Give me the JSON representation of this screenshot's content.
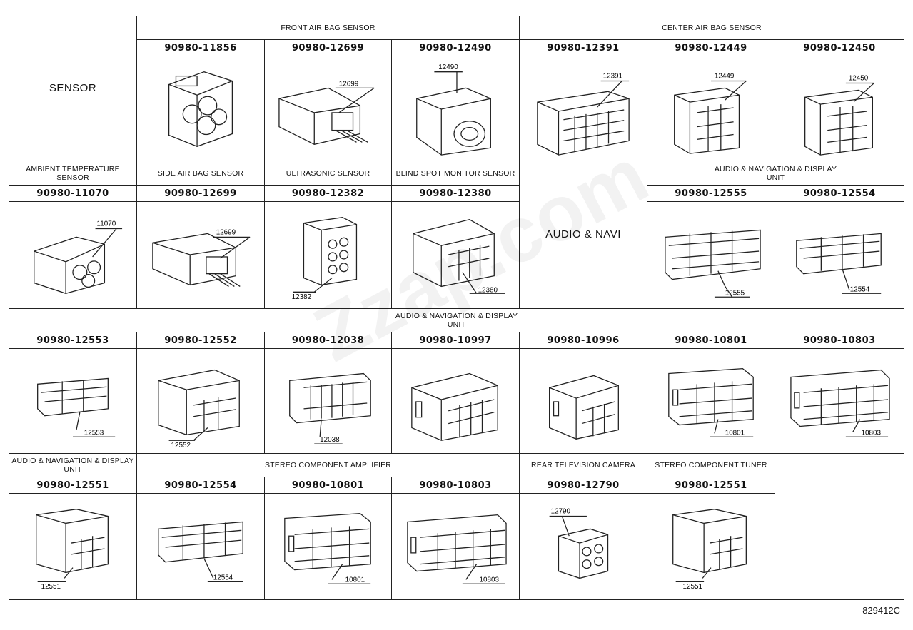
{
  "row1": {
    "sensor_label": "SENSOR",
    "front_label": "FRONT AIR BAG SENSOR",
    "center_label": "CENTER AIR BAG SENSOR",
    "parts": [
      "90980-11856",
      "90980-12699",
      "90980-12490",
      "90980-12391",
      "90980-12449",
      "90980-12450"
    ],
    "callouts": [
      "",
      "12699",
      "12490",
      "12391",
      "12449",
      "12450"
    ]
  },
  "row2": {
    "headers": [
      "AMBIENT TEMPERATURE\nSENSOR",
      "SIDE AIR BAG SENSOR",
      "ULTRASONIC SENSOR",
      "BLIND SPOT MONITOR SENSOR"
    ],
    "audio_navi_label": "AUDIO & NAVI",
    "audio_display_label": "AUDIO & NAVIGATION & DISPLAY\nUNIT",
    "parts": [
      "90980-11070",
      "90980-12699",
      "90980-12382",
      "90980-12380",
      "90980-12555",
      "90980-12554"
    ],
    "callouts": [
      "11070",
      "12699",
      "12382",
      "12380",
      "12555",
      "12554"
    ]
  },
  "row3": {
    "header": "AUDIO & NAVIGATION & DISPLAY\nUNIT",
    "parts": [
      "90980-12553",
      "90980-12552",
      "90980-12038",
      "90980-10997",
      "90980-10996",
      "90980-10801",
      "90980-10803"
    ],
    "callouts": [
      "12553",
      "12552",
      "12038",
      "",
      "",
      "10801",
      "10803"
    ]
  },
  "row4": {
    "headers": [
      "AUDIO & NAVIGATION & DISPLAY\nUNIT",
      "STEREO COMPONENT AMPLIFIER",
      "REAR TELEVISION CAMERA",
      "STEREO COMPONENT TUNER"
    ],
    "parts": [
      "90980-12551",
      "90980-12554",
      "90980-10801",
      "90980-10803",
      "90980-12790",
      "90980-12551"
    ],
    "callouts": [
      "12551",
      "12554",
      "10801",
      "10803",
      "12790",
      "12551"
    ]
  },
  "footer": {
    "code": "829412C"
  },
  "watermark": "Zzap.com",
  "colors": {
    "line": "#222222",
    "background": "#ffffff"
  }
}
